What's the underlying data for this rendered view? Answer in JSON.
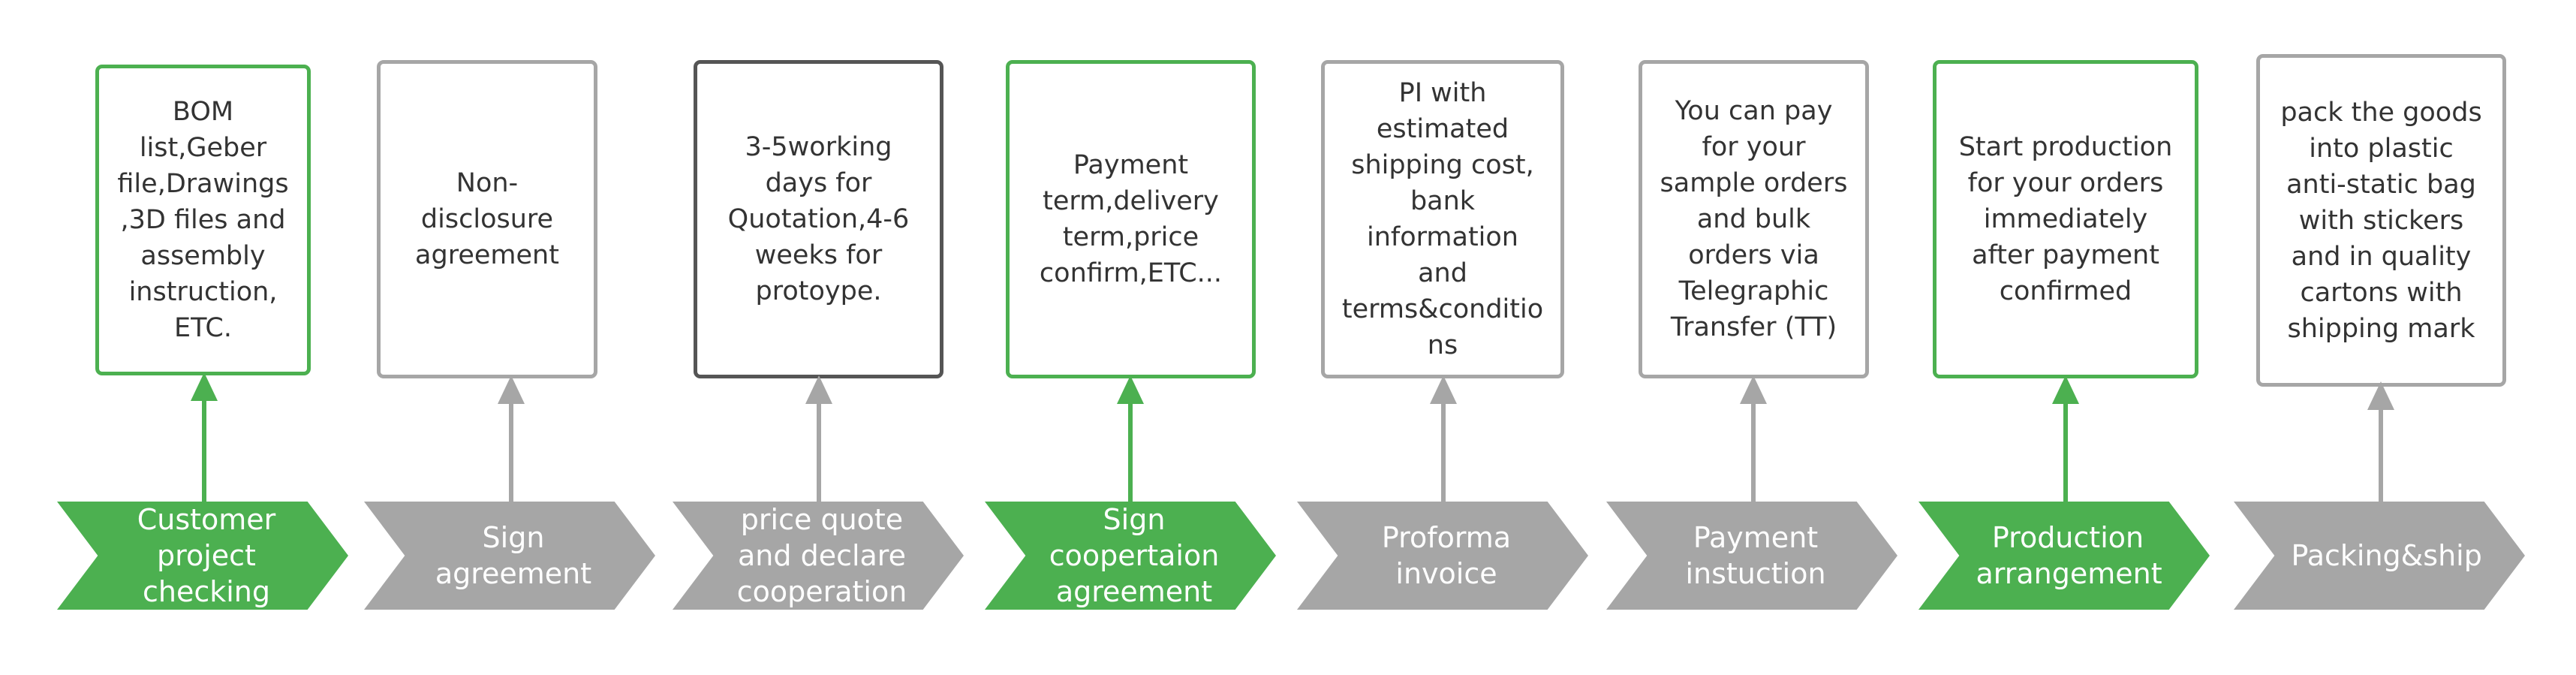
{
  "colors": {
    "green": "#4cb050",
    "gray": "#a6a6a6",
    "dark_border": "#555555",
    "text": "#333333",
    "chevron_text": "#ffffff"
  },
  "steps": [
    {
      "label": "Customer project checking",
      "detail": "BOM list,Geber file,Drawings,3D files and assembly instruction, ETC.",
      "color": "green"
    },
    {
      "label": "Sign agreement",
      "detail": "Non-disclosure agreement",
      "color": "gray"
    },
    {
      "label": "price quote and declare cooperation",
      "detail": "3-5working days for Quotation,4-6 weeks for protoype.",
      "color": "gray"
    },
    {
      "label": "Sign coopertaion agreement",
      "detail": "Payment term,delivery term,price confirm,ETC...",
      "color": "green"
    },
    {
      "label": "Proforma invoice",
      "detail": "PI with estimated shipping cost, bank information and terms&conditions",
      "color": "gray"
    },
    {
      "label": "Payment instuction",
      "detail": "You can pay for your sample orders and bulk orders via Telegraphic Transfer (TT)",
      "color": "gray"
    },
    {
      "label": "Production arrangement",
      "detail": "Start production for your orders immediately after payment confirmed",
      "color": "green"
    },
    {
      "label": "Packing&ship",
      "detail": "pack the goods into plastic anti-static bag with stickers and in quality cartons with shipping mark",
      "color": "gray"
    }
  ]
}
